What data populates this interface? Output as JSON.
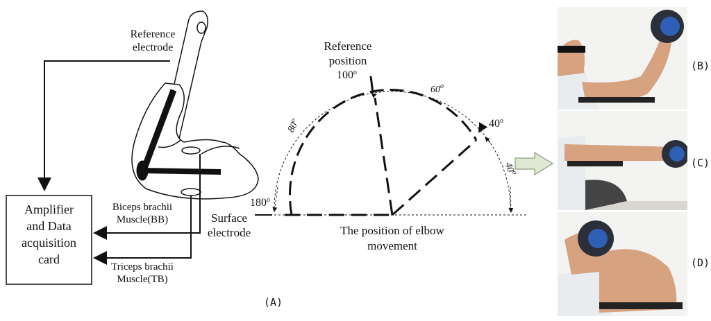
{
  "labels": {
    "reference_electrode": [
      "Reference",
      "electrode"
    ],
    "amplifier": [
      "Amplifier",
      "and Data",
      "acquisition",
      "card"
    ],
    "biceps": [
      "Biceps brachii",
      "Muscle(BB)"
    ],
    "triceps": [
      "Triceps brachii",
      "Muscle(TB)"
    ],
    "surface_electrode": [
      "Surface",
      "electrode"
    ],
    "reference_position": [
      "Reference",
      "position"
    ],
    "elbow_movement": [
      "The position of elbow",
      "movement"
    ]
  },
  "angles": {
    "deg_100": "100",
    "deg_180": "180",
    "deg_40_top": "40",
    "arc_80": "80",
    "arc_60": "60",
    "arc_40": "40",
    "degree_mark": "o"
  },
  "panels": {
    "A": "(A)",
    "B": "(B)",
    "C": "(C)",
    "D": "(D)"
  },
  "colors": {
    "line": "#111111",
    "arrow_fill": "#dfe8d2",
    "arrow_stroke": "#8a9a78",
    "skin": "#d6a27f",
    "shirt": "#e9ecef",
    "wall": "#f3f3f1",
    "dumbbell": "#2a2f3a",
    "dumbbell_accent": "#2f5fb5"
  }
}
